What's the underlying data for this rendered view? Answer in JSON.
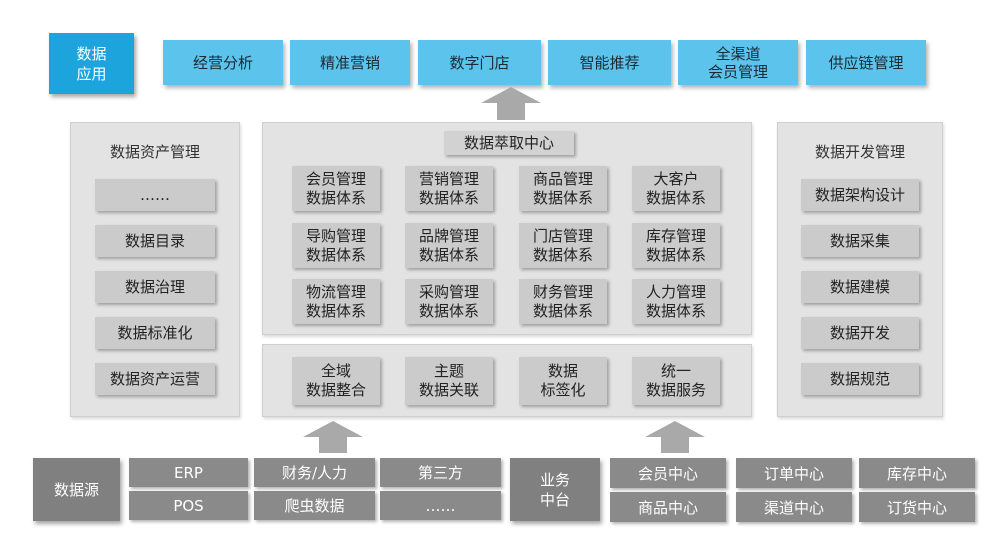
{
  "app_layer": {
    "label": "数据\n应用",
    "items": [
      "经营分析",
      "精准营销",
      "数字门店",
      "智能推荐",
      "全渠道\n会员管理",
      "供应链管理"
    ]
  },
  "asset_mgmt": {
    "title": "数据资产管理",
    "items": [
      "……",
      "数据目录",
      "数据治理",
      "数据标准化",
      "数据资产运营"
    ]
  },
  "extract_center": {
    "title": "数据萃取中心",
    "grid": [
      [
        "会员管理\n数据体系",
        "营销管理\n数据体系",
        "商品管理\n数据体系",
        "大客户\n数据体系"
      ],
      [
        "导购管理\n数据体系",
        "品牌管理\n数据体系",
        "门店管理\n数据体系",
        "库存管理\n数据体系"
      ],
      [
        "物流管理\n数据体系",
        "采购管理\n数据体系",
        "财务管理\n数据体系",
        "人力管理\n数据体系"
      ]
    ]
  },
  "integration": {
    "items": [
      "全域\n数据整合",
      "主题\n数据关联",
      "数据\n标签化",
      "统一\n数据服务"
    ]
  },
  "dev_mgmt": {
    "title": "数据开发管理",
    "items": [
      "数据架构设计",
      "数据采集",
      "数据建模",
      "数据开发",
      "数据规范"
    ]
  },
  "sources": {
    "label": "数据源",
    "erp": "ERP",
    "pos": "POS",
    "finance_hr": "财务/人力",
    "crawler": "爬虫数据",
    "third_party": "第三方",
    "etc": "……"
  },
  "business_platform": {
    "label": "业务\n中台",
    "items": [
      "会员中心",
      "订单中心",
      "库存中心",
      "商品中心",
      "渠道中心",
      "订货中心"
    ]
  }
}
